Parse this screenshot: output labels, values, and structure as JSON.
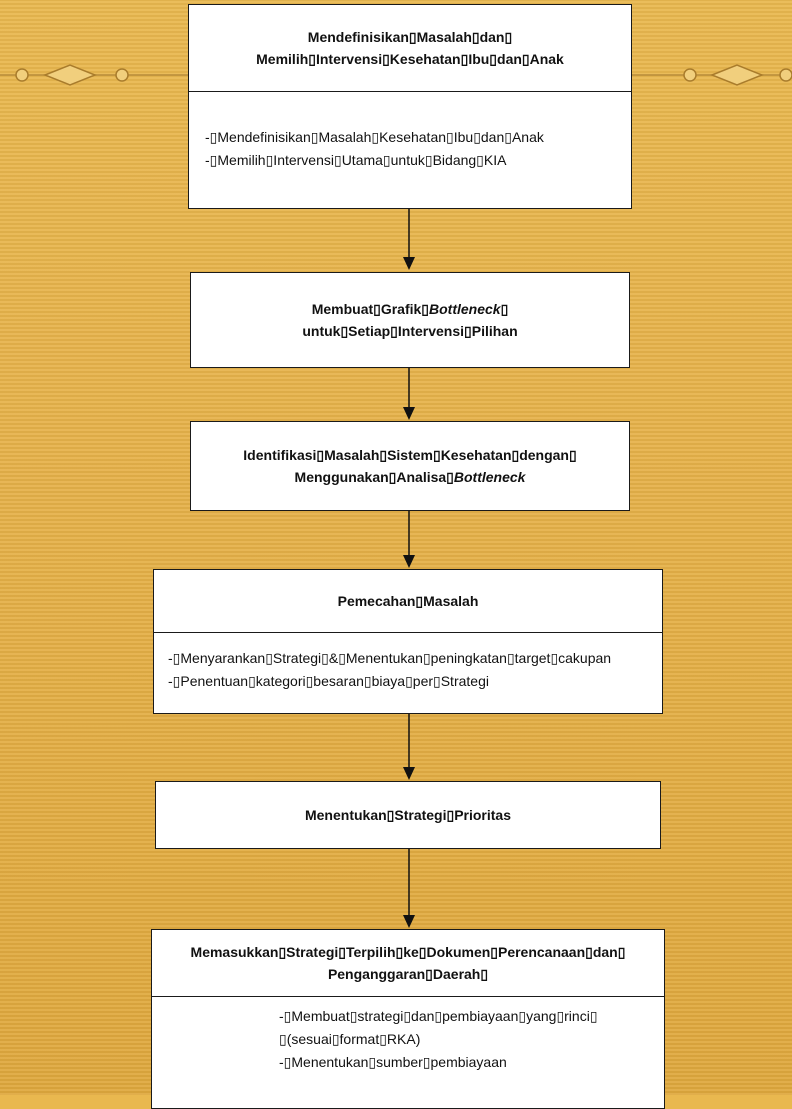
{
  "colors": {
    "background": "#e6b24a",
    "box": "#ffffff",
    "border": "#1a1a1a"
  },
  "steps": [
    {
      "title": [
        "Mendefinisikan▯Masalah▯dan▯",
        "Memilih▯Intervensi▯Kesehatan▯Ibu▯dan▯Anak"
      ],
      "body": [
        "-▯Mendefinisikan▯Masalah▯Kesehatan▯Ibu▯dan▯Anak",
        "-▯Memilih▯Intervensi▯Utama▯untuk▯Bidang▯KIA"
      ]
    },
    {
      "title_l1_a": "Membuat▯Grafik▯",
      "title_l1_b": "Bottleneck",
      "title_l1_c": "▯",
      "title_l2": "untuk▯Setiap▯Intervensi▯Pilihan"
    },
    {
      "title_l1": "Identifikasi▯Masalah▯Sistem▯Kesehatan▯dengan▯",
      "title_l2_a": "Menggunakan▯Analisa▯",
      "title_l2_b": "Bottleneck"
    },
    {
      "title": [
        "Pemecahan▯Masalah"
      ],
      "body": [
        "-▯Menyarankan▯Strategi▯&▯Menentukan▯peningkatan▯target▯cakupan",
        "-▯Penentuan▯kategori▯besaran▯biaya▯per▯Strategi"
      ]
    },
    {
      "title": [
        "Menentukan▯Strategi▯Prioritas"
      ]
    },
    {
      "title": [
        "Memasukkan▯Strategi▯Terpilih▯ke▯Dokumen▯Perencanaan▯dan▯",
        "Penganggaran▯Daerah▯"
      ],
      "body": [
        "-▯Membuat▯strategi▯dan▯pembiayaan▯yang▯rinci▯",
        "▯(sesuai▯format▯RKA)",
        "-▯Menentukan▯sumber▯pembiayaan"
      ]
    }
  ]
}
